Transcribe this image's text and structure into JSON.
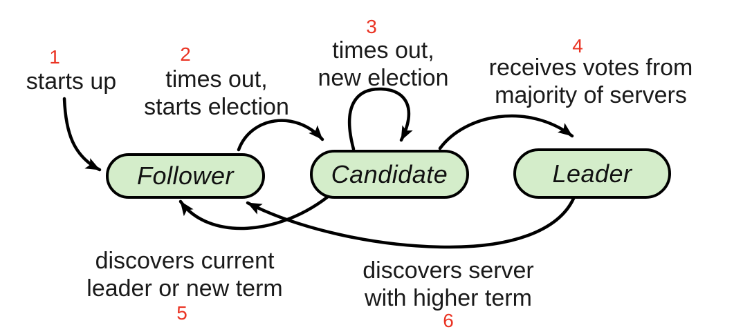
{
  "diagram": {
    "name": "raft-server-states-diagram",
    "colors": {
      "state_fill": "#d4edca",
      "state_border": "#000000",
      "arrow": "#000000",
      "step_number_red": "#ea3323",
      "label_text": "#1a1a1a"
    },
    "states": {
      "follower": {
        "label": "Follower"
      },
      "candidate": {
        "label": "Candidate"
      },
      "leader": {
        "label": "Leader"
      }
    },
    "transitions": {
      "t1": {
        "num": "1",
        "line1": "starts up"
      },
      "t2": {
        "num": "2",
        "line1": "times out,",
        "line2": "starts election"
      },
      "t3": {
        "num": "3",
        "line1": "times out,",
        "line2": "new election"
      },
      "t4": {
        "num": "4",
        "line1": "receives votes from",
        "line2": "majority of servers"
      },
      "t5": {
        "num": "5",
        "line1": "discovers current",
        "line2": "leader or new term"
      },
      "t6": {
        "num": "6",
        "line1": "discovers server",
        "line2": "with higher term"
      }
    },
    "arrows": {
      "a1": {
        "from": "start",
        "to": "follower",
        "label_num": "1"
      },
      "a2": {
        "from": "follower",
        "to": "candidate",
        "label_num": "2"
      },
      "a3": {
        "from": "candidate",
        "to": "candidate",
        "label_num": "3"
      },
      "a4": {
        "from": "candidate",
        "to": "leader",
        "label_num": "4"
      },
      "a5": {
        "from": "candidate",
        "to": "follower",
        "label_num": "5"
      },
      "a6": {
        "from": "leader",
        "to": "follower",
        "label_num": "6"
      }
    }
  }
}
